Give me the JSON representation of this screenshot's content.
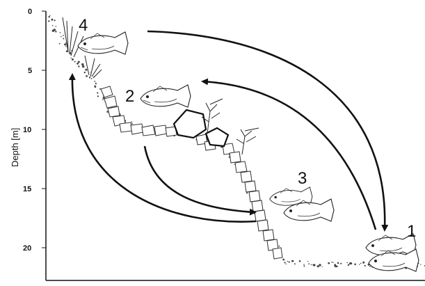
{
  "axis": {
    "ylabel": "Depth [m]",
    "yticks": [
      "0",
      "5",
      "10",
      "15",
      "20"
    ]
  },
  "positions": [
    {
      "id": "1",
      "label": "1"
    },
    {
      "id": "2",
      "label": "2"
    },
    {
      "id": "3",
      "label": "3"
    },
    {
      "id": "4",
      "label": "4"
    }
  ],
  "colors": {
    "line": "#111111",
    "background": "#ffffff"
  }
}
